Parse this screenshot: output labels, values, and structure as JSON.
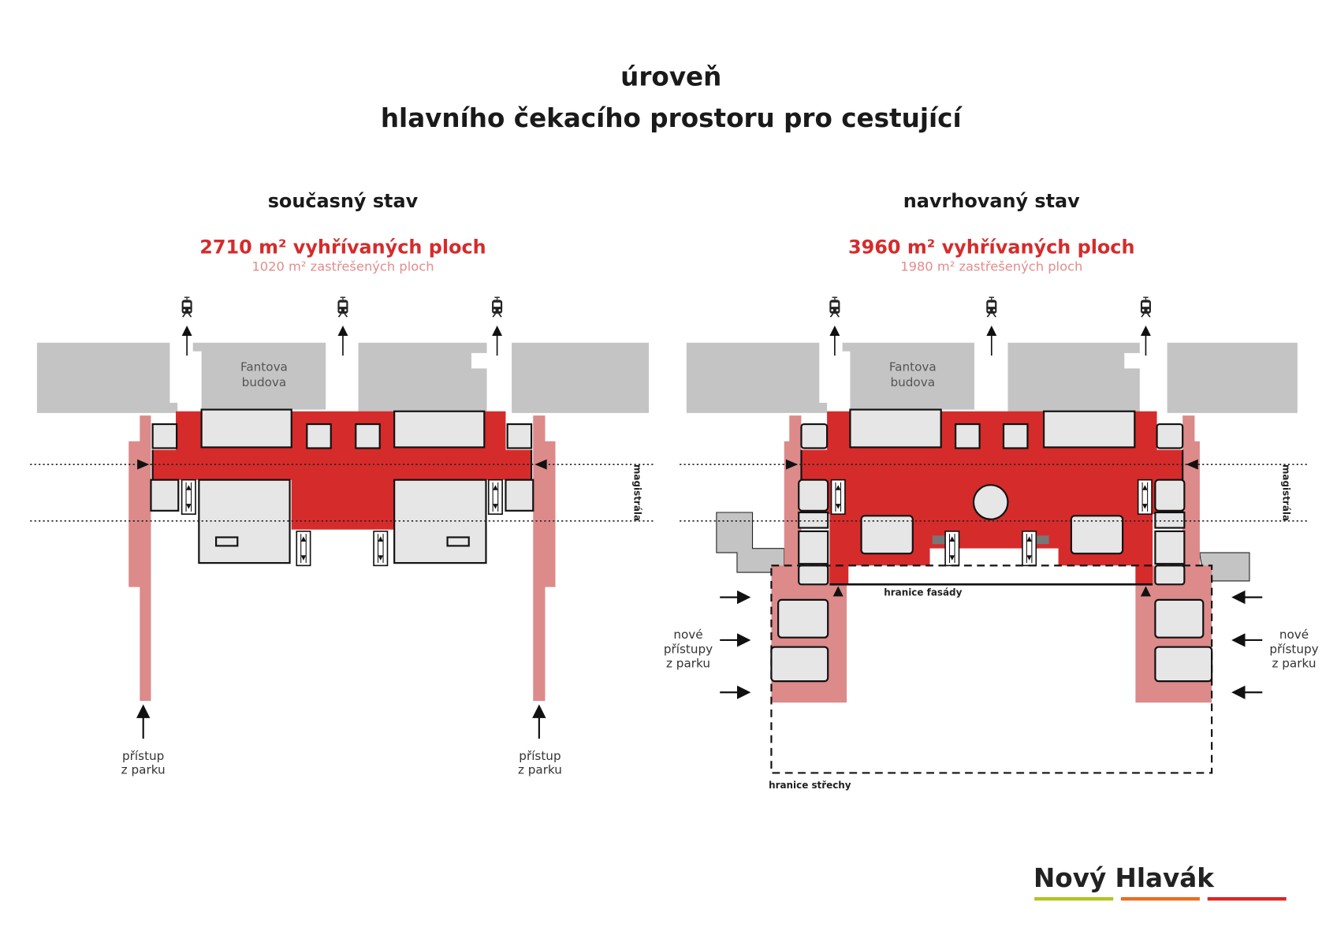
{
  "title": {
    "line1": "úroveň",
    "line2": "hlavního čekacího prostoru pro cestující"
  },
  "current": {
    "heading": "současný stav",
    "heated": "2710 m² vyhřívaných ploch",
    "covered": "1020 m² zastřešených ploch",
    "building": {
      "line1": "Fantova",
      "line2": "budova"
    },
    "road": "magistrála",
    "access": {
      "line1": "přístup",
      "line2": "z parku"
    }
  },
  "proposed": {
    "heading": "navrhovaný stav",
    "heated": "3960 m² vyhřívaných ploch",
    "covered": "1980 m² zastřešených ploch",
    "building": {
      "line1": "Fantova",
      "line2": "budova"
    },
    "road": "magistrála",
    "facade": "hranice fasády",
    "roof": "hranice střechy",
    "access": {
      "line1": "nové",
      "line2": "přístupy",
      "line3": "z parku"
    }
  },
  "icons": {
    "train": "train-icon",
    "arrow": "arrow-icon"
  },
  "logo": {
    "text": "Nový Hlavák",
    "colors": [
      "#b5c21d",
      "#ec6a1f",
      "#dc2323"
    ]
  },
  "colors": {
    "heated": "#d62b2b",
    "covered": "#dc8a8a",
    "existing": "#c4c4c4"
  }
}
